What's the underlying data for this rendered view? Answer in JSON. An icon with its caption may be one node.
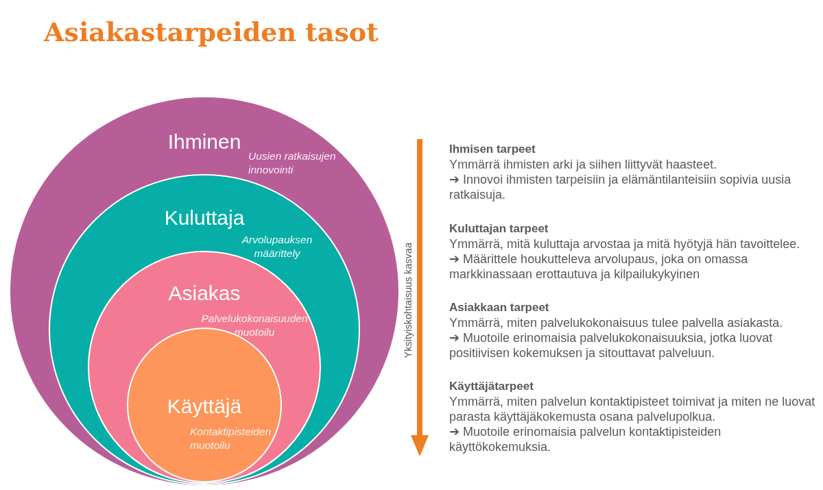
{
  "diagram": {
    "title": "Asiakastarpeiden tasot",
    "nodes": [
      {
        "text": [
          "Ihminen",
          "Uusien ratkaisujen innovointi"
        ]
      },
      {
        "text": [
          "Kuluttaja",
          "Arvolupauksen määrittely"
        ],
        "in": 0
      },
      {
        "text": [
          "Asiakas",
          "Palvelukokonaisuuden muotoilu"
        ],
        "in": 1
      },
      {
        "text": [
          "Käyttäjä",
          "Kontaktipisteiden muotoilu"
        ],
        "in": 2
      }
    ],
    "labels": [
      "Yksityiskohtaisuus kasvaa",
      "Ihmisen tarpeet",
      "Ymmärrä ihmisten arki ja siihen liittyvät haasteet.",
      "➔ Innovoi ihmisten tarpeisiin ja elämäntilanteisiin sopivia uusia ratkaisuja.",
      "Kuluttajan tarpeet",
      "Ymmärrä, mitä kuluttaja arvostaa ja mitä hyötyjä hän tavoittelee.",
      "➔ Määrittele houkutteleva arvolupaus, joka on omassa markkinassaan erottautuva ja kilpailukykyinen",
      "Asiakkaan tarpeet",
      "Ymmärrä, miten palvelukokonaisuus tulee palvella asiakasta.",
      "➔ Muotoile erinomaisia palvelukokonaisuuksia, jotka luovat positiivisen kokemuksen ja sitouttavat palveluun.",
      "Käyttäjätarpeet",
      "Ymmärrä, miten palvelun kontaktipisteet toimivat ja miten ne luovat parasta käyttäjäkokemusta osana palvelupolkua.",
      "➔ Muotoile erinomaisia palvelun kontaktipisteiden käyttökokemuksia."
    ]
  }
}
